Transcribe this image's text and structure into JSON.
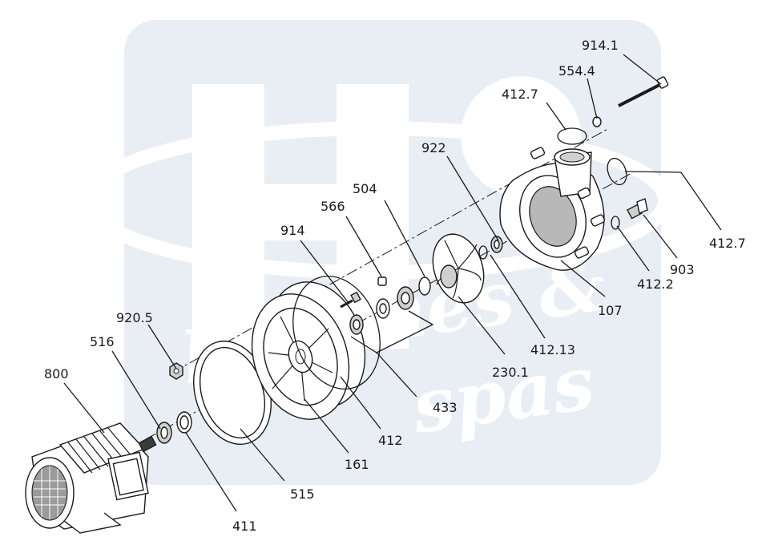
{
  "diagram": {
    "type": "exploded-parts-view",
    "watermark_text": [
      "piscines &",
      "spas"
    ],
    "part_labels": [
      {
        "id": "p9141",
        "text": "914.1"
      },
      {
        "id": "p5544",
        "text": "554.4"
      },
      {
        "id": "p4127a",
        "text": "412.7"
      },
      {
        "id": "p922",
        "text": "922"
      },
      {
        "id": "p4127b",
        "text": "412.7"
      },
      {
        "id": "p504",
        "text": "504"
      },
      {
        "id": "p566",
        "text": "566"
      },
      {
        "id": "p914",
        "text": "914"
      },
      {
        "id": "p903",
        "text": "903"
      },
      {
        "id": "p4122",
        "text": "412.2"
      },
      {
        "id": "p107",
        "text": "107"
      },
      {
        "id": "p9205",
        "text": "920.5"
      },
      {
        "id": "p41213",
        "text": "412.13"
      },
      {
        "id": "p516",
        "text": "516"
      },
      {
        "id": "p2301",
        "text": "230.1"
      },
      {
        "id": "p800",
        "text": "800"
      },
      {
        "id": "p433",
        "text": "433"
      },
      {
        "id": "p412",
        "text": "412"
      },
      {
        "id": "p161",
        "text": "161"
      },
      {
        "id": "p515",
        "text": "515"
      },
      {
        "id": "p411",
        "text": "411"
      }
    ]
  }
}
